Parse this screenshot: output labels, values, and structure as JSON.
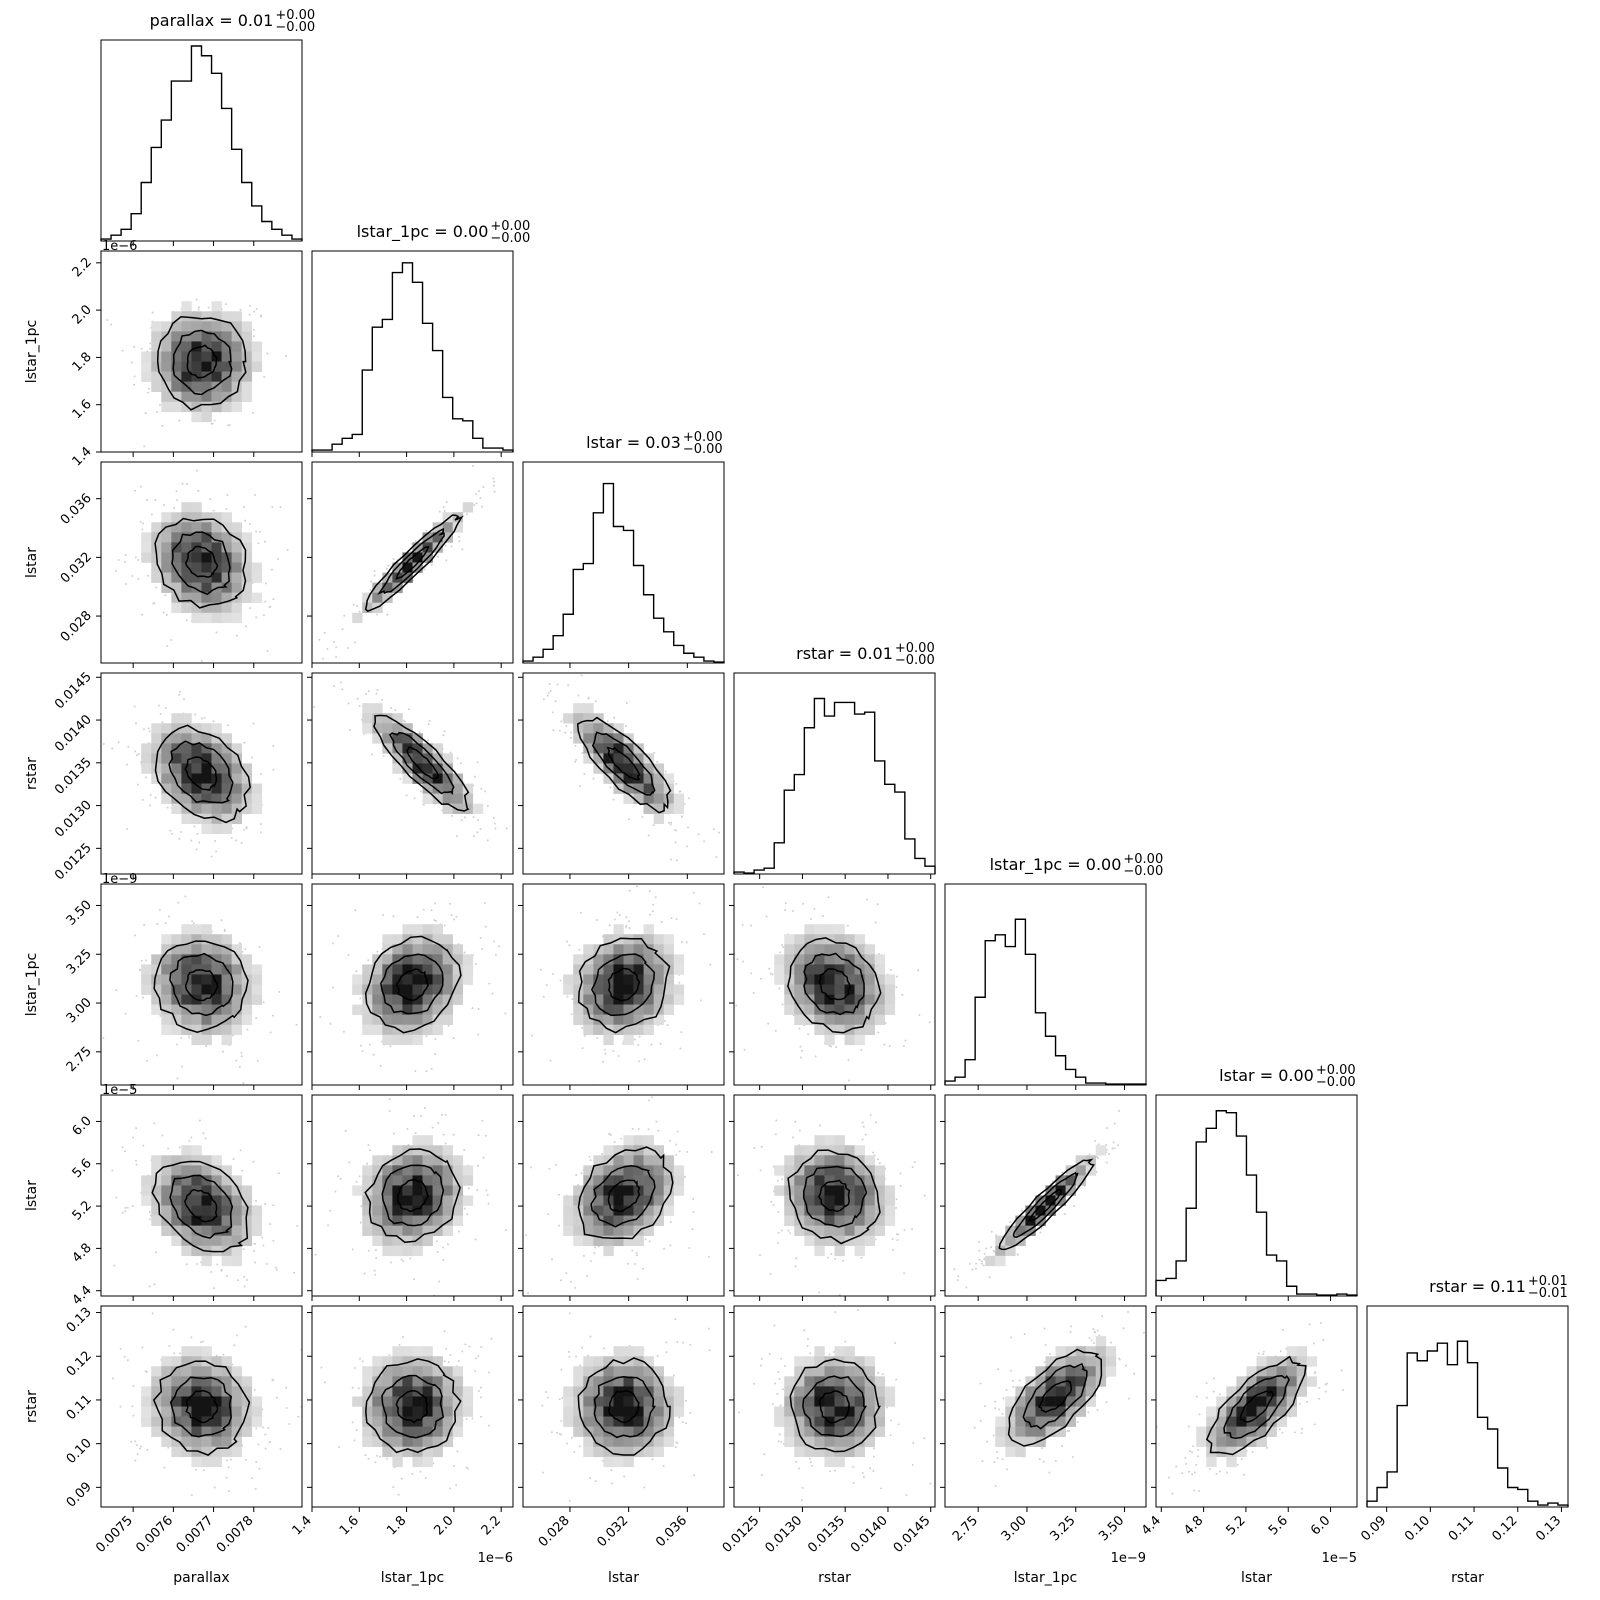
{
  "chart_data": {
    "type": "corner",
    "params": [
      "parallax",
      "lstar_1pc",
      "lstar",
      "rstar",
      "lstar_1pc",
      "lstar",
      "rstar"
    ],
    "titles": [
      {
        "main": "parallax = 0.01",
        "sup": "+0.00",
        "sub": "−0.00"
      },
      {
        "main": "lstar_1pc = 0.00",
        "sup": "+0.00",
        "sub": "−0.00"
      },
      {
        "main": "lstar = 0.03",
        "sup": "+0.00",
        "sub": "−0.00"
      },
      {
        "main": "rstar = 0.01",
        "sup": "+0.00",
        "sub": "−0.00"
      },
      {
        "main": "lstar_1pc = 0.00",
        "sup": "+0.00",
        "sub": "−0.00"
      },
      {
        "main": "lstar = 0.00",
        "sup": "+0.00",
        "sub": "−0.00"
      },
      {
        "main": "rstar = 0.11",
        "sup": "+0.01",
        "sub": "−0.01"
      }
    ],
    "axes": [
      {
        "range": [
          0.00742,
          0.00792
        ],
        "ticks": [
          0.0075,
          0.0076,
          0.0077,
          0.0078
        ],
        "tick_labels": [
          "0.0075",
          "0.0076",
          "0.0077",
          "0.0078"
        ],
        "offset": ""
      },
      {
        "range": [
          1.4,
          2.25
        ],
        "ticks": [
          1.4,
          1.6,
          1.8,
          2.0,
          2.2
        ],
        "tick_labels": [
          "1.4",
          "1.6",
          "1.8",
          "2.0",
          "2.2"
        ],
        "offset": "1e−6"
      },
      {
        "range": [
          0.0248,
          0.0385
        ],
        "ticks": [
          0.028,
          0.032,
          0.036
        ],
        "tick_labels": [
          "0.028",
          "0.032",
          "0.036"
        ],
        "offset": ""
      },
      {
        "range": [
          0.0122,
          0.01455
        ],
        "ticks": [
          0.0125,
          0.013,
          0.0135,
          0.014,
          0.0145
        ],
        "tick_labels": [
          "0.0125",
          "0.0130",
          "0.0135",
          "0.0140",
          "0.0145"
        ],
        "offset": ""
      },
      {
        "range": [
          2.58,
          3.61
        ],
        "ticks": [
          2.75,
          3.0,
          3.25,
          3.5
        ],
        "tick_labels": [
          "2.75",
          "3.00",
          "3.25",
          "3.50"
        ],
        "offset": "1e−9"
      },
      {
        "range": [
          4.35,
          6.25
        ],
        "ticks": [
          4.4,
          4.8,
          5.2,
          5.6,
          6.0
        ],
        "tick_labels": [
          "4.4",
          "4.8",
          "5.2",
          "5.6",
          "6.0"
        ],
        "offset": "1e−5"
      },
      {
        "range": [
          0.0855,
          0.1315
        ],
        "ticks": [
          0.09,
          0.1,
          0.11,
          0.12,
          0.13
        ],
        "tick_labels": [
          "0.09",
          "0.10",
          "0.11",
          "0.12",
          "0.13"
        ],
        "offset": ""
      }
    ],
    "histograms": [
      [
        0.01,
        0.03,
        0.06,
        0.14,
        0.3,
        0.48,
        0.62,
        0.82,
        0.82,
        1.0,
        0.95,
        0.86,
        0.68,
        0.47,
        0.3,
        0.18,
        0.1,
        0.06,
        0.03,
        0.01
      ],
      [
        0.01,
        0.01,
        0.04,
        0.07,
        0.09,
        0.42,
        0.64,
        0.68,
        0.92,
        0.97,
        0.87,
        0.66,
        0.52,
        0.28,
        0.17,
        0.16,
        0.07,
        0.02,
        0.02,
        0.01
      ],
      [
        0.01,
        0.03,
        0.07,
        0.14,
        0.25,
        0.48,
        0.51,
        0.77,
        0.92,
        0.7,
        0.68,
        0.5,
        0.35,
        0.23,
        0.16,
        0.09,
        0.05,
        0.03,
        0.01,
        0.005
      ],
      [
        0.01,
        0.005,
        0.02,
        0.03,
        0.16,
        0.43,
        0.51,
        0.75,
        0.9,
        0.81,
        0.88,
        0.88,
        0.82,
        0.83,
        0.58,
        0.46,
        0.42,
        0.18,
        0.08,
        0.04
      ],
      [
        0.02,
        0.04,
        0.13,
        0.45,
        0.74,
        0.77,
        0.71,
        0.85,
        0.67,
        0.37,
        0.25,
        0.15,
        0.08,
        0.04,
        0.01,
        0.01,
        0.005,
        0.005,
        0.005,
        0.005
      ],
      [
        0.08,
        0.09,
        0.18,
        0.45,
        0.79,
        0.86,
        0.95,
        0.94,
        0.82,
        0.62,
        0.43,
        0.21,
        0.18,
        0.05,
        0.01,
        0.01,
        0.005,
        0.005,
        0.01,
        0.005
      ],
      [
        0.03,
        0.1,
        0.18,
        0.52,
        0.79,
        0.75,
        0.8,
        0.84,
        0.73,
        0.85,
        0.74,
        0.46,
        0.4,
        0.2,
        0.1,
        0.09,
        0.03,
        0.01,
        0.02,
        0.01
      ]
    ],
    "contour_levels": [
      "1σ",
      "2σ",
      "3σ"
    ],
    "pair_correlations": [
      [
        0,
        0,
        0,
        0,
        0,
        0,
        0
      ],
      [
        0.0,
        0,
        0,
        0,
        0,
        0,
        0
      ],
      [
        -0.2,
        0.95,
        0,
        0,
        0,
        0,
        0
      ],
      [
        -0.35,
        -0.85,
        -0.8,
        0,
        0,
        0,
        0
      ],
      [
        -0.1,
        0.2,
        0.15,
        -0.2,
        0,
        0,
        0
      ],
      [
        -0.3,
        0.15,
        0.3,
        -0.1,
        0.95,
        0,
        0
      ],
      [
        -0.1,
        0.05,
        0.0,
        0.0,
        0.65,
        0.7,
        0
      ]
    ],
    "pair_centers": [
      [
        0,
        0,
        0,
        0,
        0,
        0,
        0
      ],
      [
        [
          0.5,
          0.55
        ],
        0,
        0,
        0,
        0,
        0,
        0
      ],
      [
        [
          0.5,
          0.5
        ],
        [
          0.5,
          0.5
        ],
        0,
        0,
        0,
        0,
        0
      ],
      [
        [
          0.5,
          0.5
        ],
        [
          0.55,
          0.45
        ],
        [
          0.5,
          0.45
        ],
        0,
        0,
        0,
        0
      ],
      [
        [
          0.5,
          0.5
        ],
        [
          0.5,
          0.5
        ],
        [
          0.5,
          0.5
        ],
        [
          0.5,
          0.5
        ],
        0,
        0,
        0
      ],
      [
        [
          0.5,
          0.55
        ],
        [
          0.5,
          0.5
        ],
        [
          0.5,
          0.5
        ],
        [
          0.5,
          0.5
        ],
        [
          0.5,
          0.55
        ],
        0,
        0
      ],
      [
        [
          0.5,
          0.5
        ],
        [
          0.5,
          0.5
        ],
        [
          0.5,
          0.5
        ],
        [
          0.5,
          0.5
        ],
        [
          0.55,
          0.45
        ],
        [
          0.5,
          0.5
        ],
        0
      ]
    ],
    "grid": false,
    "legend": "none"
  }
}
